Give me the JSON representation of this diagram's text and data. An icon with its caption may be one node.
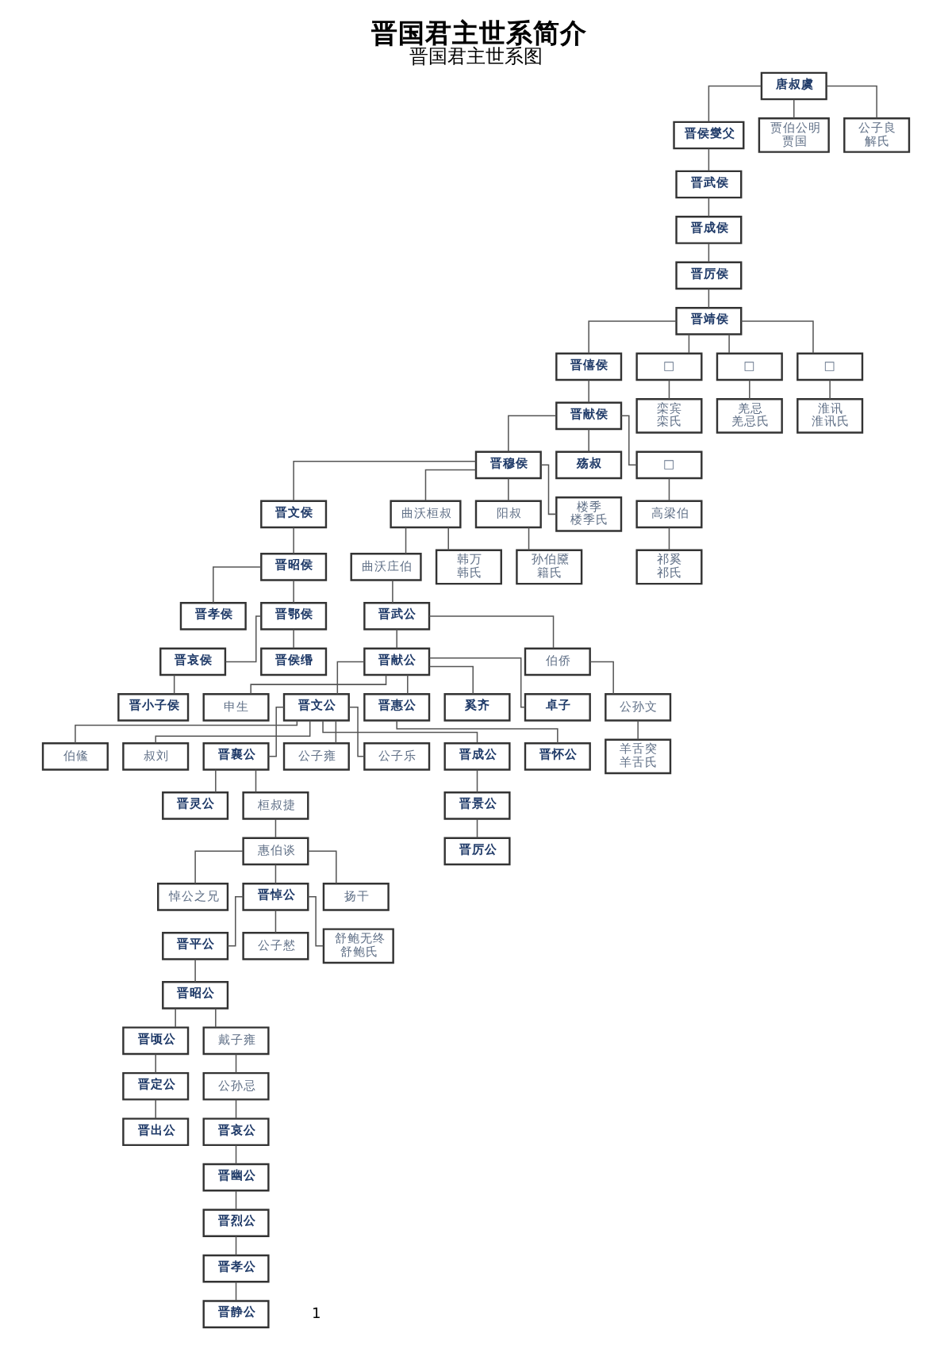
{
  "diagram": {
    "title": "晋国君主世系简介",
    "nodes": [
      {
        "text": [
          "唐叔虞"
        ]
      },
      {
        "text": [
          "晋侯燮父"
        ]
      },
      {
        "text": [
          "贾伯公明",
          "贾国"
        ]
      },
      {
        "text": [
          "公子良",
          "解氏"
        ]
      },
      {
        "text": [
          "晋武侯"
        ]
      },
      {
        "text": [
          "晋成侯"
        ]
      },
      {
        "text": [
          "晋厉侯"
        ]
      },
      {
        "text": [
          "晋靖侯"
        ]
      },
      {
        "text": [
          "晋僖侯"
        ]
      },
      {
        "text": [
          "□"
        ]
      },
      {
        "text": [
          "□"
        ]
      },
      {
        "text": [
          "□"
        ]
      },
      {
        "text": [
          "晋献侯"
        ]
      },
      {
        "text": [
          "栾宾",
          "栾氏"
        ]
      },
      {
        "text": [
          "羌忌",
          "羌忌氏"
        ]
      },
      {
        "text": [
          "淮讯",
          "淮讯氏"
        ]
      },
      {
        "text": [
          "晋穆侯"
        ]
      },
      {
        "text": [
          "殇叔"
        ]
      },
      {
        "text": [
          "□"
        ]
      },
      {
        "text": [
          "晋文侯"
        ]
      },
      {
        "text": [
          "曲沃桓叔"
        ]
      },
      {
        "text": [
          "阳叔"
        ]
      },
      {
        "text": [
          "楼季",
          "楼季氏"
        ]
      },
      {
        "text": [
          "高梁伯"
        ]
      },
      {
        "text": [
          "晋昭侯"
        ]
      },
      {
        "text": [
          "曲沃庄伯"
        ]
      },
      {
        "text": [
          "韩万",
          "韩氏"
        ]
      },
      {
        "text": [
          "孙伯黡",
          "籍氏"
        ]
      },
      {
        "text": [
          "祁奚",
          "祁氏"
        ]
      },
      {
        "text": [
          "晋孝侯"
        ]
      },
      {
        "text": [
          "晋鄂侯"
        ]
      },
      {
        "text": [
          "晋武公"
        ]
      },
      {
        "text": [
          "晋哀侯"
        ]
      },
      {
        "text": [
          "晋侯缗"
        ]
      },
      {
        "text": [
          "晋献公"
        ]
      },
      {
        "text": [
          "伯侨"
        ]
      },
      {
        "text": [
          "晋小子侯"
        ]
      },
      {
        "text": [
          "申生"
        ]
      },
      {
        "text": [
          "晋文公"
        ]
      },
      {
        "text": [
          "晋惠公"
        ]
      },
      {
        "text": [
          "奚齐"
        ]
      },
      {
        "text": [
          "卓子"
        ]
      },
      {
        "text": [
          "公孙文"
        ]
      },
      {
        "text": [
          "伯鯈"
        ]
      },
      {
        "text": [
          "叔刘"
        ]
      },
      {
        "text": [
          "晋襄公"
        ]
      },
      {
        "text": [
          "公子雍"
        ]
      },
      {
        "text": [
          "公子乐"
        ]
      },
      {
        "text": [
          "晋成公"
        ]
      },
      {
        "text": [
          "晋怀公"
        ]
      },
      {
        "text": [
          "羊舌突",
          "羊舌氏"
        ]
      },
      {
        "text": [
          "晋灵公"
        ]
      },
      {
        "text": [
          "桓叔捷"
        ]
      },
      {
        "text": [
          "晋景公"
        ]
      },
      {
        "text": [
          "惠伯谈"
        ]
      },
      {
        "text": [
          "晋厉公"
        ]
      },
      {
        "text": [
          "悼公之兄"
        ]
      },
      {
        "text": [
          "晋悼公"
        ]
      },
      {
        "text": [
          "扬干"
        ]
      },
      {
        "text": [
          "晋平公"
        ]
      },
      {
        "text": [
          "公子憖"
        ]
      },
      {
        "text": [
          "舒鲍无终",
          "舒鲍氏"
        ]
      },
      {
        "text": [
          "晋昭公"
        ]
      },
      {
        "text": [
          "晋顷公"
        ]
      },
      {
        "text": [
          "戴子雍"
        ]
      },
      {
        "text": [
          "晋定公"
        ]
      },
      {
        "text": [
          "公孙忌"
        ]
      },
      {
        "text": [
          "晋出公"
        ]
      },
      {
        "text": [
          "晋哀公"
        ]
      },
      {
        "text": [
          "晋幽公"
        ]
      },
      {
        "text": [
          "晋烈公"
        ]
      },
      {
        "text": [
          "晋孝公"
        ]
      },
      {
        "text": [
          "晋静公"
        ]
      }
    ],
    "edges": [
      {
        "from": 0,
        "to": 1,
        "arrow": "none"
      },
      {
        "from": 0,
        "to": 2,
        "arrow": "none"
      },
      {
        "from": 0,
        "to": 3,
        "arrow": "none"
      },
      {
        "from": 1,
        "to": 4,
        "arrow": "none"
      },
      {
        "from": 4,
        "to": 5,
        "arrow": "none"
      },
      {
        "from": 5,
        "to": 6,
        "arrow": "none"
      },
      {
        "from": 6,
        "to": 7,
        "arrow": "none"
      },
      {
        "from": 7,
        "to": 8,
        "arrow": "none"
      },
      {
        "from": 7,
        "to": 9,
        "arrow": "none"
      },
      {
        "from": 7,
        "to": 10,
        "arrow": "none"
      },
      {
        "from": 7,
        "to": 11,
        "arrow": "none"
      },
      {
        "from": 8,
        "to": 12,
        "arrow": "none"
      },
      {
        "from": 9,
        "to": 13,
        "arrow": "none"
      },
      {
        "from": 10,
        "to": 14,
        "arrow": "none"
      },
      {
        "from": 11,
        "to": 15,
        "arrow": "none"
      },
      {
        "from": 12,
        "to": 16,
        "arrow": "none"
      },
      {
        "from": 12,
        "to": 17,
        "arrow": "none"
      },
      {
        "from": 12,
        "to": 18,
        "arrow": "none"
      },
      {
        "from": 16,
        "to": 19,
        "arrow": "none"
      },
      {
        "from": 16,
        "to": 20,
        "arrow": "none"
      },
      {
        "from": 16,
        "to": 21,
        "arrow": "none"
      },
      {
        "from": 16,
        "to": 22,
        "arrow": "none"
      },
      {
        "from": 18,
        "to": 23,
        "arrow": "none"
      },
      {
        "from": 19,
        "to": 24,
        "arrow": "none"
      },
      {
        "from": 20,
        "to": 25,
        "arrow": "none"
      },
      {
        "from": 20,
        "to": 26,
        "arrow": "none"
      },
      {
        "from": 21,
        "to": 27,
        "arrow": "none"
      },
      {
        "from": 23,
        "to": 28,
        "arrow": "none"
      },
      {
        "from": 24,
        "to": 29,
        "arrow": "none"
      },
      {
        "from": 24,
        "to": 30,
        "arrow": "none"
      },
      {
        "from": 25,
        "to": 31,
        "arrow": "none"
      },
      {
        "from": 30,
        "to": 32,
        "arrow": "none"
      },
      {
        "from": 30,
        "to": 33,
        "arrow": "none"
      },
      {
        "from": 31,
        "to": 34,
        "arrow": "none"
      },
      {
        "from": 31,
        "to": 35,
        "arrow": "none"
      },
      {
        "from": 32,
        "to": 36,
        "arrow": "none"
      },
      {
        "from": 34,
        "to": 37,
        "arrow": "none"
      },
      {
        "from": 34,
        "to": 38,
        "arrow": "none"
      },
      {
        "from": 34,
        "to": 39,
        "arrow": "none"
      },
      {
        "from": 34,
        "to": 40,
        "arrow": "none"
      },
      {
        "from": 34,
        "to": 41,
        "arrow": "none"
      },
      {
        "from": 35,
        "to": 42,
        "arrow": "none"
      },
      {
        "from": 38,
        "to": 43,
        "arrow": "none"
      },
      {
        "from": 38,
        "to": 44,
        "arrow": "none"
      },
      {
        "from": 38,
        "to": 45,
        "arrow": "none"
      },
      {
        "from": 38,
        "to": 46,
        "arrow": "none"
      },
      {
        "from": 38,
        "to": 47,
        "arrow": "none"
      },
      {
        "from": 38,
        "to": 48,
        "arrow": "none"
      },
      {
        "from": 39,
        "to": 49,
        "arrow": "none"
      },
      {
        "from": 42,
        "to": 50,
        "arrow": "none"
      },
      {
        "from": 45,
        "to": 51,
        "arrow": "none"
      },
      {
        "from": 45,
        "to": 52,
        "arrow": "none"
      },
      {
        "from": 48,
        "to": 53,
        "arrow": "none"
      },
      {
        "from": 52,
        "to": 54,
        "arrow": "none"
      },
      {
        "from": 53,
        "to": 55,
        "arrow": "none"
      },
      {
        "from": 54,
        "to": 56,
        "arrow": "none"
      },
      {
        "from": 54,
        "to": 57,
        "arrow": "none"
      },
      {
        "from": 54,
        "to": 58,
        "arrow": "none"
      },
      {
        "from": 57,
        "to": 59,
        "arrow": "none"
      },
      {
        "from": 57,
        "to": 60,
        "arrow": "none"
      },
      {
        "from": 57,
        "to": 61,
        "arrow": "none"
      },
      {
        "from": 59,
        "to": 62,
        "arrow": "none"
      },
      {
        "from": 62,
        "to": 63,
        "arrow": "none"
      },
      {
        "from": 62,
        "to": 64,
        "arrow": "none"
      },
      {
        "from": 63,
        "to": 65,
        "arrow": "none"
      },
      {
        "from": 64,
        "to": 66,
        "arrow": "none"
      },
      {
        "from": 65,
        "to": 67,
        "arrow": "none"
      },
      {
        "from": 66,
        "to": 68,
        "arrow": "none"
      },
      {
        "from": 68,
        "to": 69,
        "arrow": "none"
      },
      {
        "from": 69,
        "to": 70,
        "arrow": "none"
      },
      {
        "from": 70,
        "to": 71,
        "arrow": "none"
      },
      {
        "from": 71,
        "to": 72,
        "arrow": "none"
      }
    ],
    "labels": [
      "晋国君主世系图",
      "1"
    ]
  }
}
